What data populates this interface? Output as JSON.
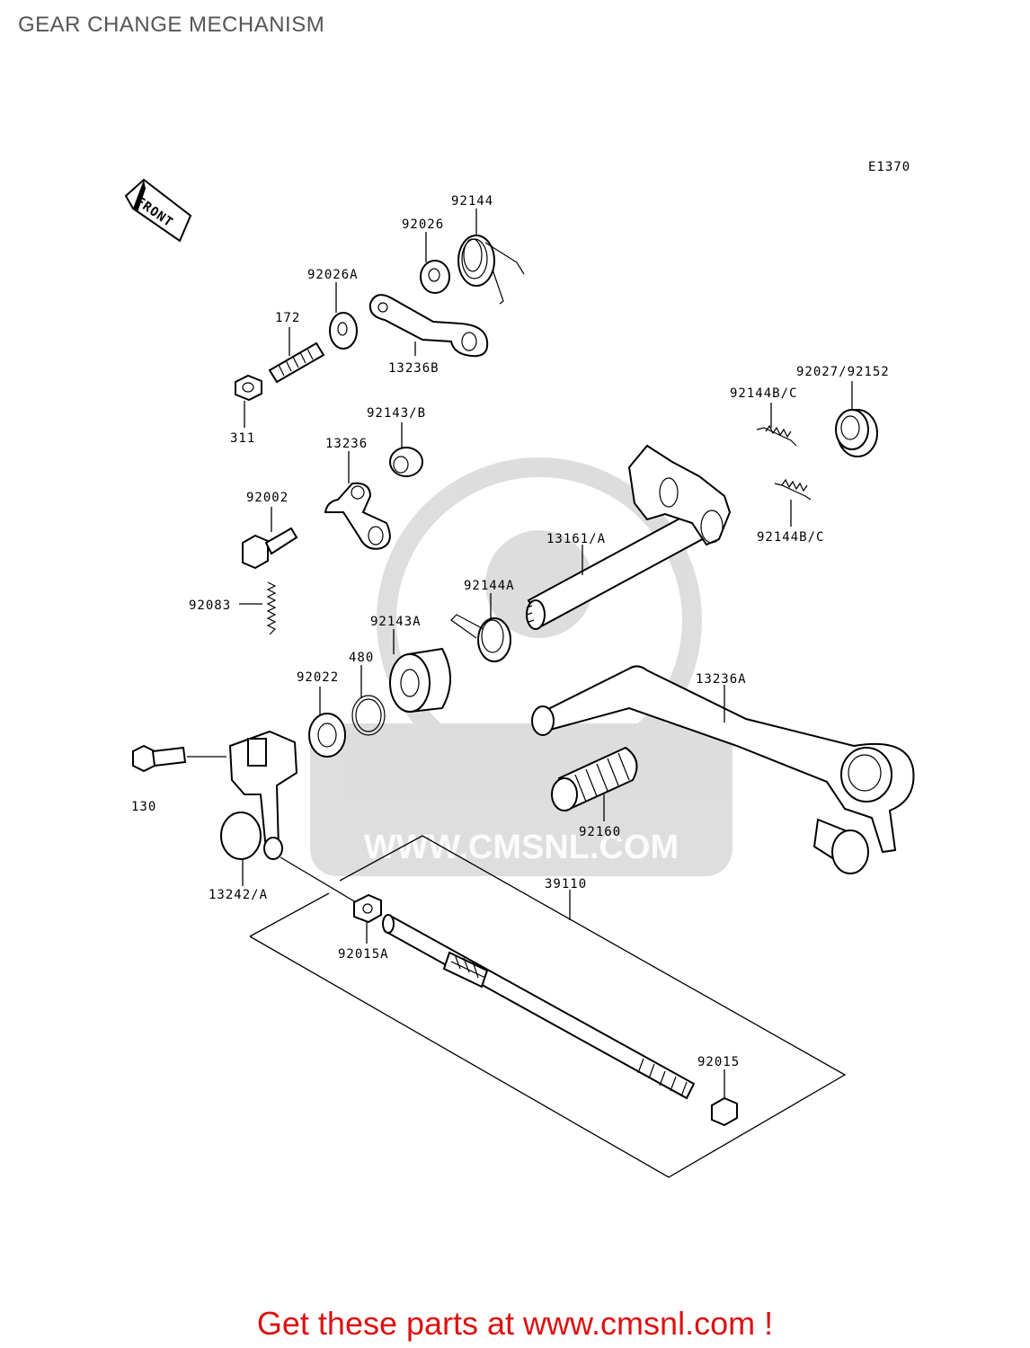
{
  "page": {
    "title": "GEAR CHANGE MECHANISM",
    "diagram_code": "E1370",
    "front_label": "FRONT",
    "watermark": "WWW.CMSNL.COM",
    "footer": "Get these parts at www.cmsnl.com !"
  },
  "parts": {
    "p92144": "92144",
    "p92026": "92026",
    "p92026A": "92026A",
    "p172": "172",
    "p13236B": "13236B",
    "p311": "311",
    "p92027_92152": "92027/92152",
    "p92144BC_top": "92144B/C",
    "p92143B": "92143/B",
    "p13236": "13236",
    "p92002": "92002",
    "p92144BC_bottom": "92144B/C",
    "p13161A": "13161/A",
    "p92083": "92083",
    "p92144A": "92144A",
    "p92143A": "92143A",
    "p480": "480",
    "p92022": "92022",
    "p13236A": "13236A",
    "p130": "130",
    "p92160": "92160",
    "p13242A": "13242/A",
    "p39110": "39110",
    "p92015A": "92015A",
    "p92015": "92015"
  }
}
